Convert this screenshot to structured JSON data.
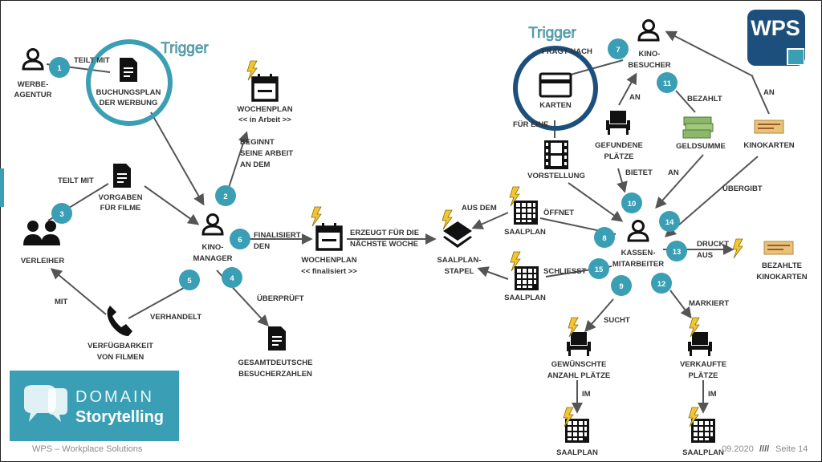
{
  "triggers": [
    "Trigger",
    "Trigger"
  ],
  "actors": {
    "werbeagentur": [
      "WERBE-",
      "AGENTUR"
    ],
    "verleiher": [
      "VERLEIHER"
    ],
    "kinomanager": [
      "KINO-",
      "MANAGER"
    ],
    "kinobesucher": [
      "KINO-",
      "BESUCHER"
    ],
    "kassenmitarbeiter": [
      "KASSEN-",
      "MITARBEITER"
    ]
  },
  "workobjects": {
    "buchungsplan": [
      "BUCHUNGSPLAN",
      "DER WERBUNG"
    ],
    "vorgaben": [
      "VORGABEN",
      "FÜR FILME"
    ],
    "verfuegbarkeit": [
      "VERFÜGBARKEIT",
      "VON FILMEN"
    ],
    "wochenplan_arbeit": [
      "WOCHENPLAN",
      "<< in Arbeit >>"
    ],
    "wochenplan_final": [
      "WOCHENPLAN",
      "<< finalisiert >>"
    ],
    "gesamtdeutsche": [
      "GESAMTDEUTSCHE",
      "BESUCHERZAHLEN"
    ],
    "saalplanstapel": [
      "SAALPLAN-",
      "STAPEL"
    ],
    "saalplan_top": [
      "SAALPLAN"
    ],
    "saalplan_mid": [
      "SAALPLAN"
    ],
    "karten": [
      "KARTEN"
    ],
    "vorstellung": [
      "VORSTELLUNG"
    ],
    "gefundene": [
      "GEFUNDENE",
      "PLÄTZE"
    ],
    "geldsumme": [
      "GELDSUMME"
    ],
    "kinokarten": [
      "KINOKARTEN"
    ],
    "bezahlte": [
      "BEZAHLTE",
      "KINOKARTEN"
    ],
    "gewuenschte": [
      "GEWÜNSCHTE",
      "ANZAHL PLÄTZE"
    ],
    "verkaufte": [
      "VERKAUFTE",
      "PLÄTZE"
    ],
    "saalplan_bl": [
      "SAALPLAN"
    ],
    "saalplan_br": [
      "SAALPLAN"
    ]
  },
  "activities": {
    "teilt_mit_1": [
      "TEILT MIT"
    ],
    "beginnt": [
      "BEGINNT",
      "SEINE ARBEIT",
      "AN DEM"
    ],
    "teilt_mit_3": [
      "TEILT MIT"
    ],
    "ueberprueft": [
      "ÜBERPRÜFT"
    ],
    "verhandelt": [
      "VERHANDELT"
    ],
    "mit": [
      "MIT"
    ],
    "finalisiert": [
      "FINALISIERT",
      "DEN"
    ],
    "erzeugt": [
      "ERZEUGT FÜR DIE",
      "NÄCHSTE WOCHE"
    ],
    "fragt_nach": [
      "FRAGT NACH"
    ],
    "fuer_eine": [
      "FÜR EINE"
    ],
    "an_7": [
      "AN"
    ],
    "oeffnet": [
      "ÖFFNET"
    ],
    "aus_dem": [
      "AUS DEM"
    ],
    "bietet": [
      "BIETET"
    ],
    "bezahlt": [
      "BEZAHLT"
    ],
    "an_11": [
      "AN"
    ],
    "an_top": [
      "AN"
    ],
    "uebergibt": [
      "ÜBERGIBT"
    ],
    "schliesst": [
      "SCHLIESST"
    ],
    "druckt": [
      "DRUCKT",
      "AUS"
    ],
    "sucht": [
      "SUCHT"
    ],
    "markiert": [
      "MARKIERT"
    ],
    "im_left": [
      "IM"
    ],
    "im_right": [
      "IM"
    ]
  },
  "steps": [
    "1",
    "2",
    "3",
    "4",
    "5",
    "6",
    "7",
    "8",
    "9",
    "10",
    "11",
    "12",
    "13",
    "14",
    "15"
  ],
  "logo": {
    "wps": "WPS"
  },
  "brand": {
    "domain": "DOMAIN",
    "storytelling": "Storytelling"
  },
  "footer": {
    "company": "WPS – Workplace Solutions",
    "date": ".09.2020",
    "sep": "////",
    "page": "Seite 14"
  },
  "colors": {
    "teal": "#3a9fb4",
    "trigger": "#5fb3c4",
    "navy": "#1d4f7c",
    "brand_bg": "#3a9fb4",
    "arrow": "#555555"
  }
}
